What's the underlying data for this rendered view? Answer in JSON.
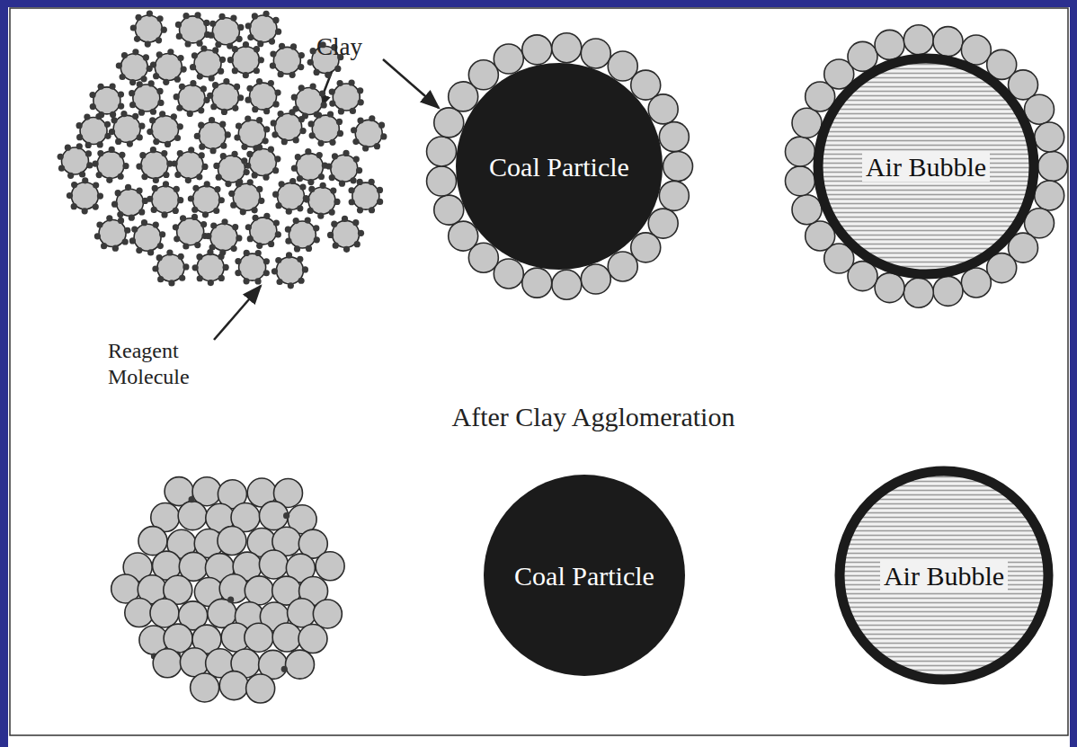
{
  "diagram": {
    "nodes": [
      {
        "text": [
          "Coal Particle"
        ]
      },
      {
        "text": [
          "Air Bubble"
        ]
      },
      {
        "text": [
          "Coal Particle"
        ]
      },
      {
        "text": [
          "Air Bubble"
        ]
      }
    ],
    "labels": [
      "Clay",
      "Reagent Molecule",
      "After Clay Agglomeration"
    ]
  }
}
